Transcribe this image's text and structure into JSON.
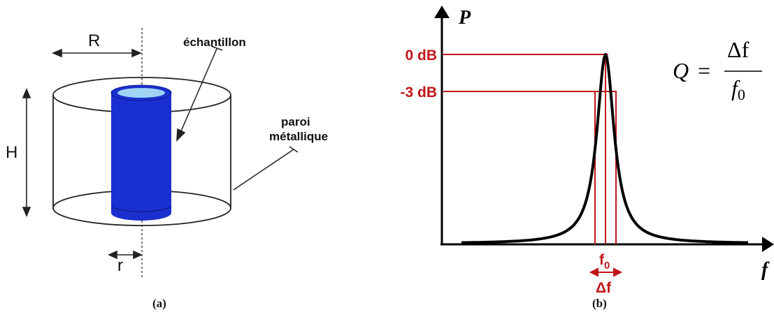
{
  "panel_a": {
    "caption": "(a)",
    "labels": {
      "R": "R",
      "r": "r",
      "H": "H",
      "sample": "échantillon",
      "wall_line1": "paroi",
      "wall_line2": "métallique"
    },
    "colors": {
      "sample": "#1a2fcf",
      "sample_top": "#9fd4f2",
      "outline": "#222222"
    }
  },
  "panel_b": {
    "caption": "(b)",
    "axis_y": "P",
    "axis_x": "f",
    "levels": {
      "top": "0 dB",
      "half": "-3 dB"
    },
    "center_freq": "f",
    "center_freq_sub": "0",
    "bandwidth": "Δf",
    "formula": {
      "lhs": "Q",
      "eq": "=",
      "num": "Δf",
      "den_main": "f",
      "den_sub": "0"
    },
    "colors": {
      "curve": "#000000",
      "markers": "#c0161b"
    }
  }
}
